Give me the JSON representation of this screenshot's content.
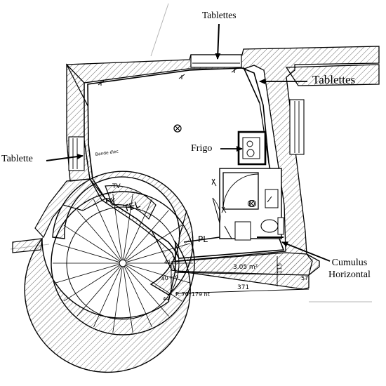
{
  "labels": {
    "tablettes_top": "Tablettes",
    "tablettes_right": "Tablettes",
    "tablette_left": "Tablette",
    "frigo": "Frigo",
    "cumulus_line1": "Cumulus",
    "cumulus_line2": "Horizontal"
  },
  "plan_notes": {
    "area": "3.05 m²",
    "dim_371": "371",
    "dim_115": "115",
    "dim_57": "57",
    "dim_43": "43",
    "dim_44": "44",
    "dim_cm": "40 cm",
    "passage": "P. 70*179 ht",
    "tv": "TV",
    "px": "PX",
    "tel": "TEL",
    "pl": "PL",
    "bande": "Bande élec"
  },
  "colors": {
    "ink": "#000000",
    "wall_hatch": "#555555",
    "guide": "#9a9a9a"
  }
}
